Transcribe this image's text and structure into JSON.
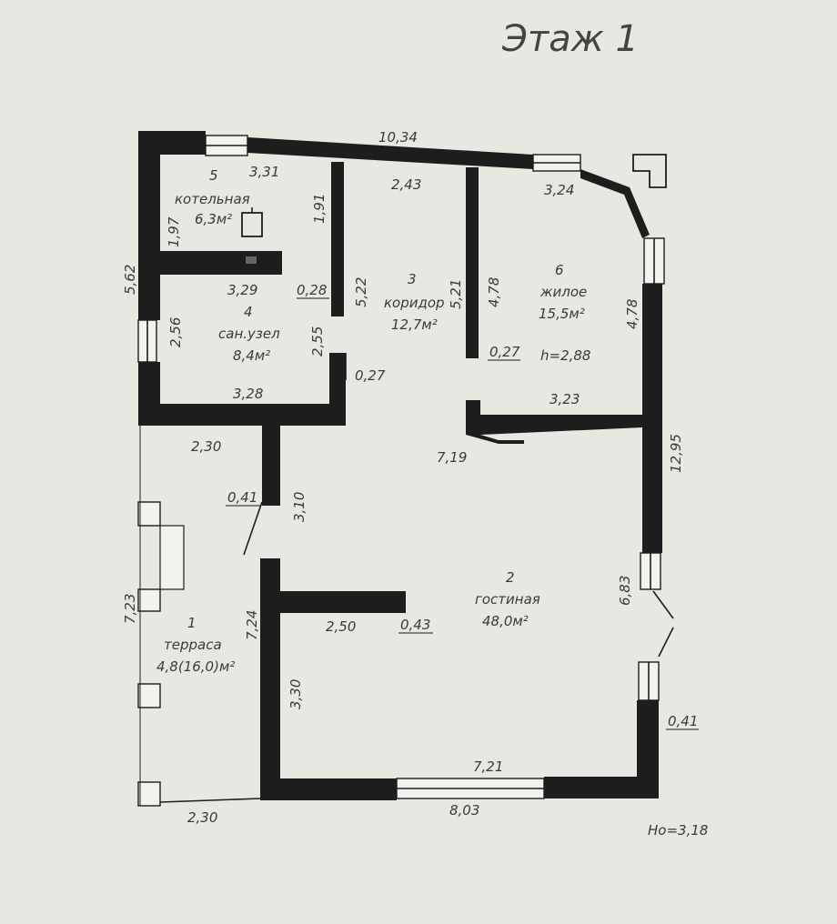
{
  "title": "Этаж 1",
  "footnote": "Ho=3,18",
  "rooms": [
    {
      "num": "1",
      "name": "терраса",
      "area": "4,8(16,0)м²"
    },
    {
      "num": "2",
      "name": "гостиная",
      "area": "48,0м²"
    },
    {
      "num": "3",
      "name": "коридор",
      "area": "12,7м²"
    },
    {
      "num": "4",
      "name": "сан.узел",
      "area": "8,4м²"
    },
    {
      "num": "5",
      "name": "котельная",
      "area": "6,3м²"
    },
    {
      "num": "6",
      "name": "жилое",
      "area": "15,5м²",
      "note": "h=2,88"
    }
  ],
  "dims": {
    "top_total": "10,34",
    "r5_top": "3,31",
    "r5_side": "1,97",
    "r5_right": "1,91",
    "r3_top": "2,43",
    "r6_top": "3,24",
    "left_total": "5,62",
    "r4_top": "3,29",
    "wall_028": "0,28",
    "r3_left": "5,22",
    "r3_right": "5,21",
    "r6_left": "4,78",
    "r6_right": "4,78",
    "wall_027a": "0,27",
    "r4_side": "2,56",
    "r4_right": "2,55",
    "wall_027b": "0,27",
    "r4_bottom": "3,28",
    "r6_bottom": "3,23",
    "right_total": "12,95",
    "hall_width": "2,30",
    "living_mid": "7,19",
    "wall_041a": "0,41",
    "hall_depth": "3,10",
    "terrace_height": "7,23",
    "inner_724": "7,24",
    "inner_250": "2,50",
    "wall_043": "0,43",
    "right_683": "6,83",
    "inner_330": "3,30",
    "wall_041b": "0,41",
    "living_bottom_inner": "7,21",
    "terrace_bottom": "2,30",
    "bottom_total": "8,03"
  }
}
